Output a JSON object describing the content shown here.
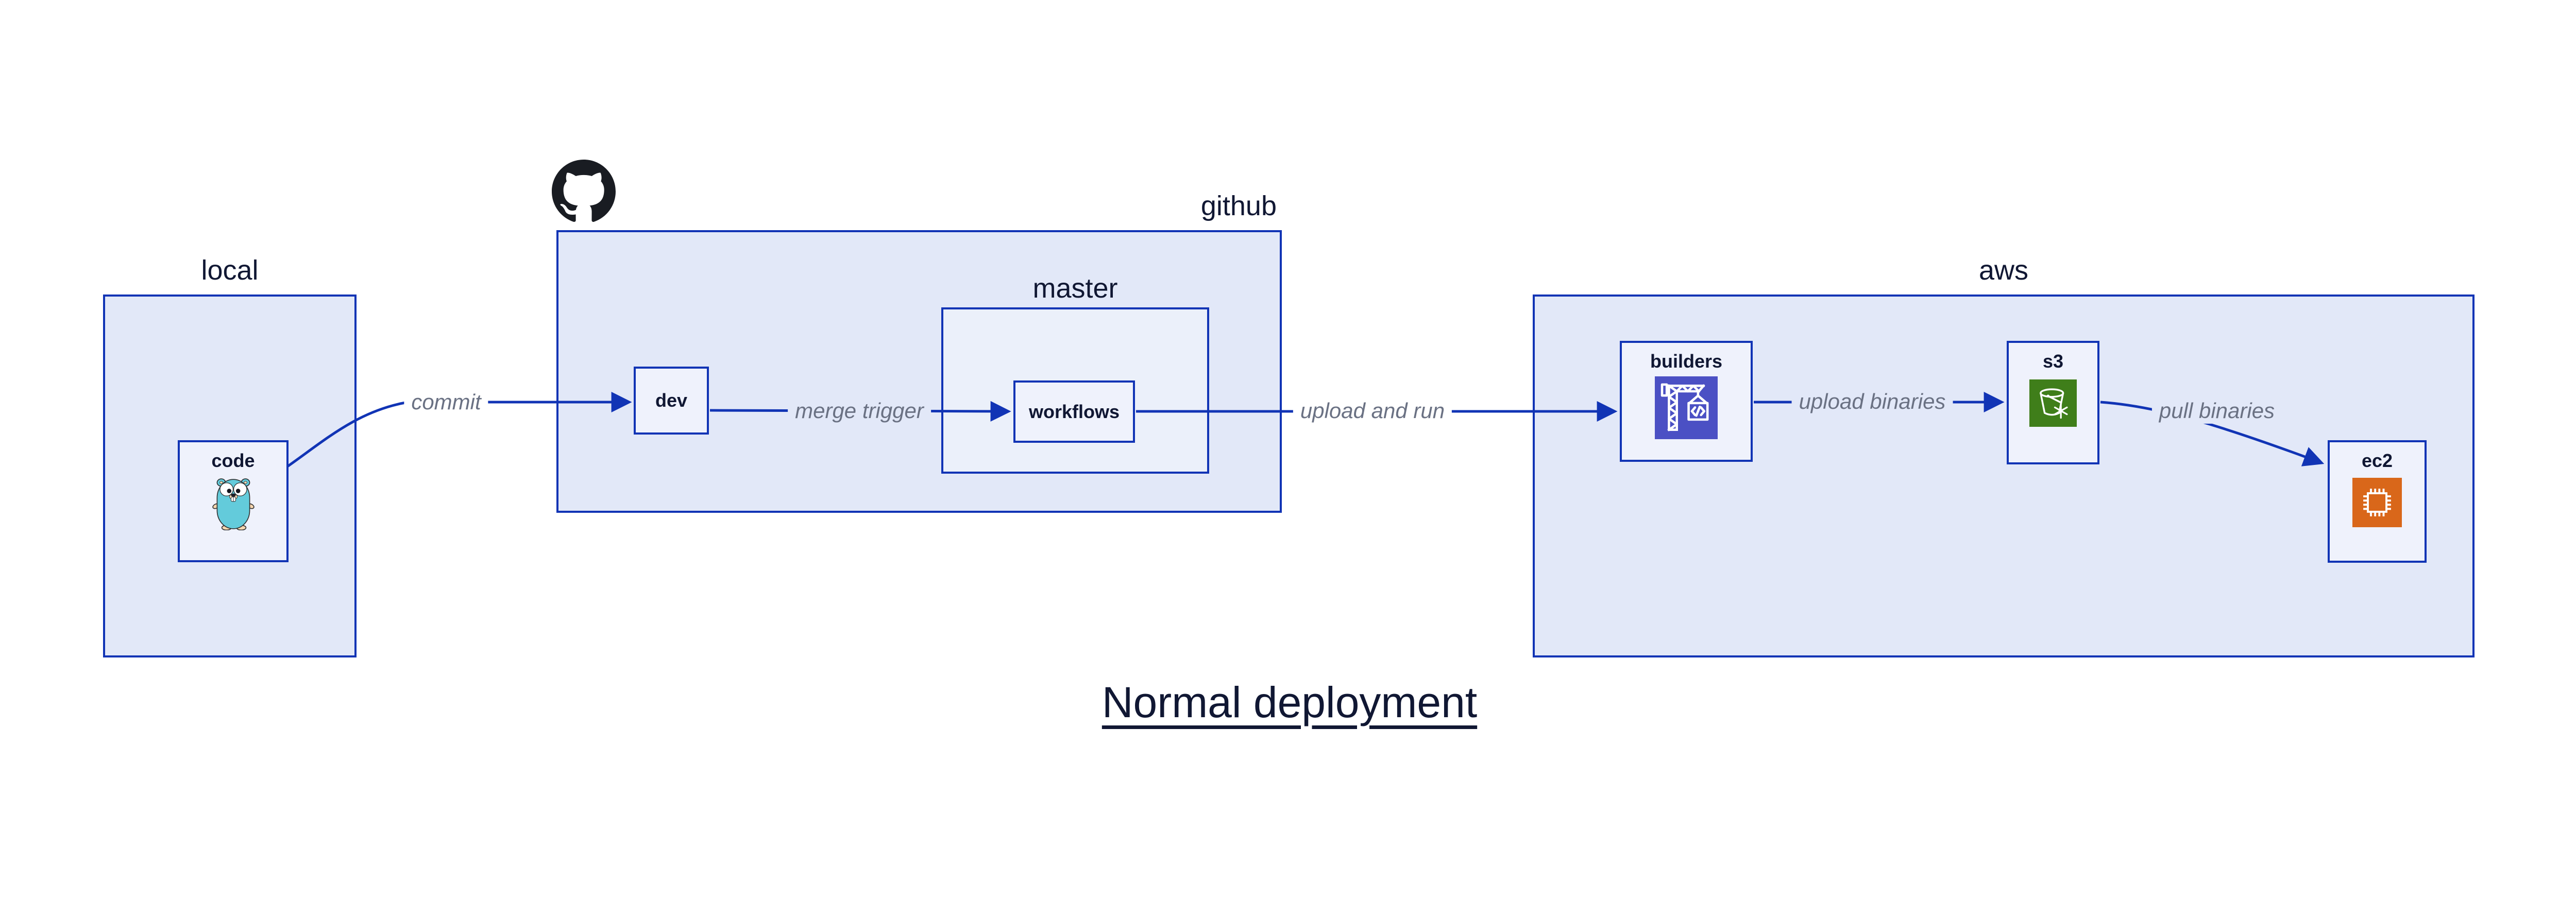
{
  "title": "Normal deployment",
  "containers": {
    "local": {
      "label": "local"
    },
    "github": {
      "label": "github"
    },
    "master": {
      "label": "master"
    },
    "aws": {
      "label": "aws"
    }
  },
  "nodes": {
    "code": {
      "label": "code"
    },
    "dev": {
      "label": "dev"
    },
    "workflows": {
      "label": "workflows"
    },
    "builders": {
      "label": "builders"
    },
    "s3": {
      "label": "s3"
    },
    "ec2": {
      "label": "ec2"
    }
  },
  "edges": {
    "commit": {
      "label": "commit"
    },
    "merge_trigger": {
      "label": "merge trigger"
    },
    "upload_and_run": {
      "label": "upload and run"
    },
    "upload_binaries": {
      "label": "upload binaries"
    },
    "pull_binaries": {
      "label": "pull binaries"
    }
  },
  "icons": {
    "github": "github-octocat-icon",
    "code": "go-gopher-icon",
    "builders": "codebuild-crane-icon",
    "s3": "s3-glacier-bucket-icon",
    "ec2": "ec2-chip-icon"
  },
  "colors": {
    "border_blue": "#1134B5",
    "container_fill": "#E2E8F8",
    "master_fill": "#EBF0FA",
    "leaf_fill": "#EFF2FC",
    "label_navy": "#101733",
    "edge_label_gray": "#6A7183",
    "codebuild_indigo": "#4B50C4",
    "s3_green": "#3F7E1A",
    "ec2_orange": "#D9671A",
    "gopher_teal": "#63CBDB",
    "github_black": "#191C22"
  }
}
